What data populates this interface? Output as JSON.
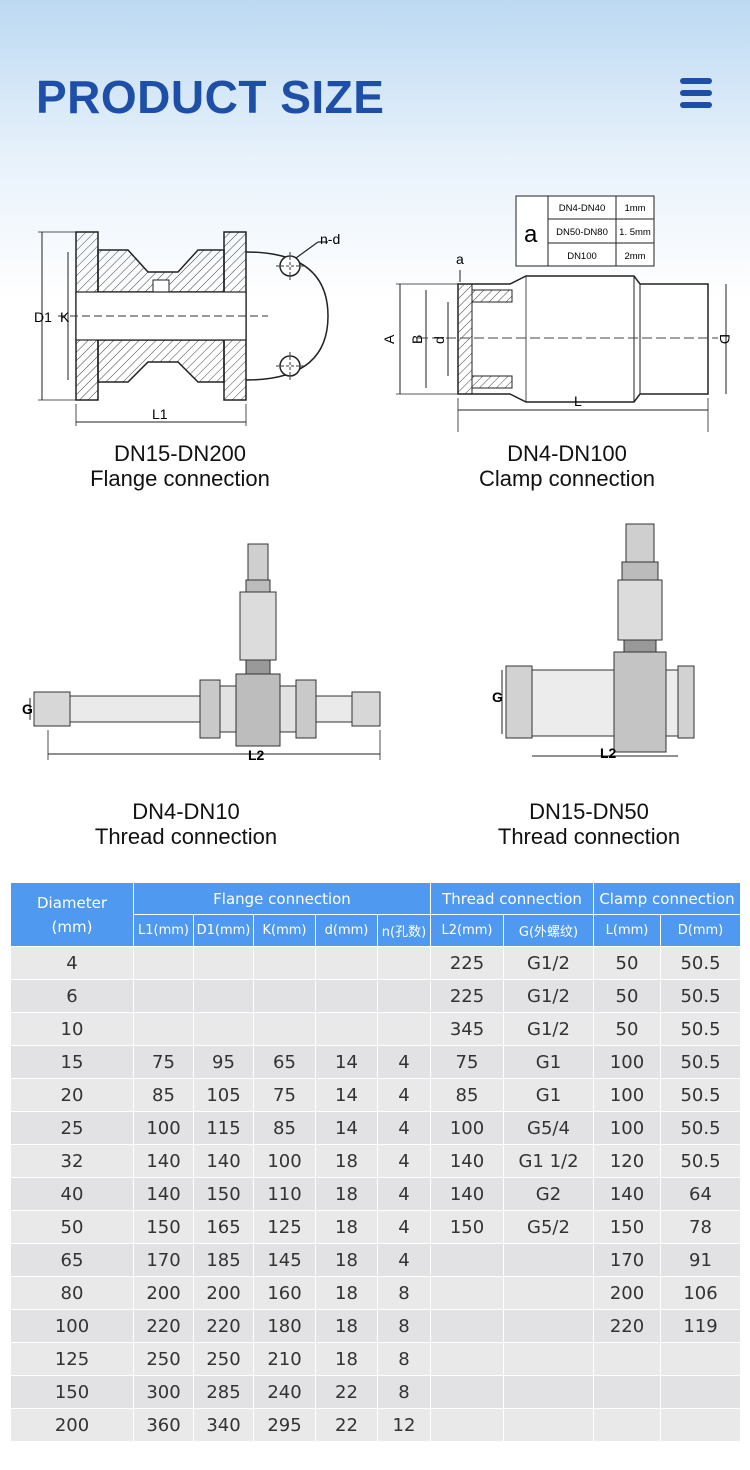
{
  "header": {
    "title": "PRODUCT SIZE",
    "menu_icon": "menu-icon"
  },
  "drawings": {
    "flange": {
      "labels": {
        "d1": "D1",
        "k": "K",
        "nd": "n-d",
        "l1": "L1"
      },
      "caption_line1": "DN15-DN200",
      "caption_line2": "Flange connection"
    },
    "clamp": {
      "labels": {
        "a_small": "a",
        "a": "A",
        "b": "B",
        "d_small": "d",
        "d": "D",
        "l": "L"
      },
      "table": {
        "symbol": "a",
        "rows": [
          {
            "range": "DN4-DN40",
            "value": "1mm"
          },
          {
            "range": "DN50-DN80",
            "value": "1. 5mm"
          },
          {
            "range": "DN100",
            "value": "2mm"
          }
        ]
      },
      "caption_line1": "DN4-DN100",
      "caption_line2": "Clamp connection"
    },
    "thread_small": {
      "labels": {
        "g": "G",
        "l2": "L2"
      },
      "caption_line1": "DN4-DN10",
      "caption_line2": "Thread connection"
    },
    "thread_large": {
      "labels": {
        "g": "G",
        "l2": "L2"
      },
      "caption_line1": "DN15-DN50",
      "caption_line2": "Thread connection"
    }
  },
  "table": {
    "diameter_label_1": "Diameter",
    "diameter_label_2": "(mm)",
    "groups": {
      "flange": "Flange connection",
      "thread": "Thread connection",
      "clamp": "Clamp connection"
    },
    "columns": [
      "L1(mm)",
      "D1(mm)",
      "K(mm)",
      "d(mm)",
      "n(孔数)",
      "L2(mm)",
      "G(外螺纹)",
      "L(mm)",
      "D(mm)"
    ],
    "rows": [
      [
        "4",
        "",
        "",
        "",
        "",
        "",
        "225",
        "G1/2",
        "50",
        "50.5"
      ],
      [
        "6",
        "",
        "",
        "",
        "",
        "",
        "225",
        "G1/2",
        "50",
        "50.5"
      ],
      [
        "10",
        "",
        "",
        "",
        "",
        "",
        "345",
        "G1/2",
        "50",
        "50.5"
      ],
      [
        "15",
        "75",
        "95",
        "65",
        "14",
        "4",
        "75",
        "G1",
        "100",
        "50.5"
      ],
      [
        "20",
        "85",
        "105",
        "75",
        "14",
        "4",
        "85",
        "G1",
        "100",
        "50.5"
      ],
      [
        "25",
        "100",
        "115",
        "85",
        "14",
        "4",
        "100",
        "G5/4",
        "100",
        "50.5"
      ],
      [
        "32",
        "140",
        "140",
        "100",
        "18",
        "4",
        "140",
        "G1  1/2",
        "120",
        "50.5"
      ],
      [
        "40",
        "140",
        "150",
        "110",
        "18",
        "4",
        "140",
        "G2",
        "140",
        "64"
      ],
      [
        "50",
        "150",
        "165",
        "125",
        "18",
        "4",
        "150",
        "G5/2",
        "150",
        "78"
      ],
      [
        "65",
        "170",
        "185",
        "145",
        "18",
        "4",
        "",
        "",
        "170",
        "91"
      ],
      [
        "80",
        "200",
        "200",
        "160",
        "18",
        "8",
        "",
        "",
        "200",
        "106"
      ],
      [
        "100",
        "220",
        "220",
        "180",
        "18",
        "8",
        "",
        "",
        "220",
        "119"
      ],
      [
        "125",
        "250",
        "250",
        "210",
        "18",
        "8",
        "",
        "",
        "",
        ""
      ],
      [
        "150",
        "300",
        "285",
        "240",
        "22",
        "8",
        "",
        "",
        "",
        ""
      ],
      [
        "200",
        "360",
        "340",
        "295",
        "22",
        "12",
        "",
        "",
        "",
        ""
      ]
    ]
  }
}
